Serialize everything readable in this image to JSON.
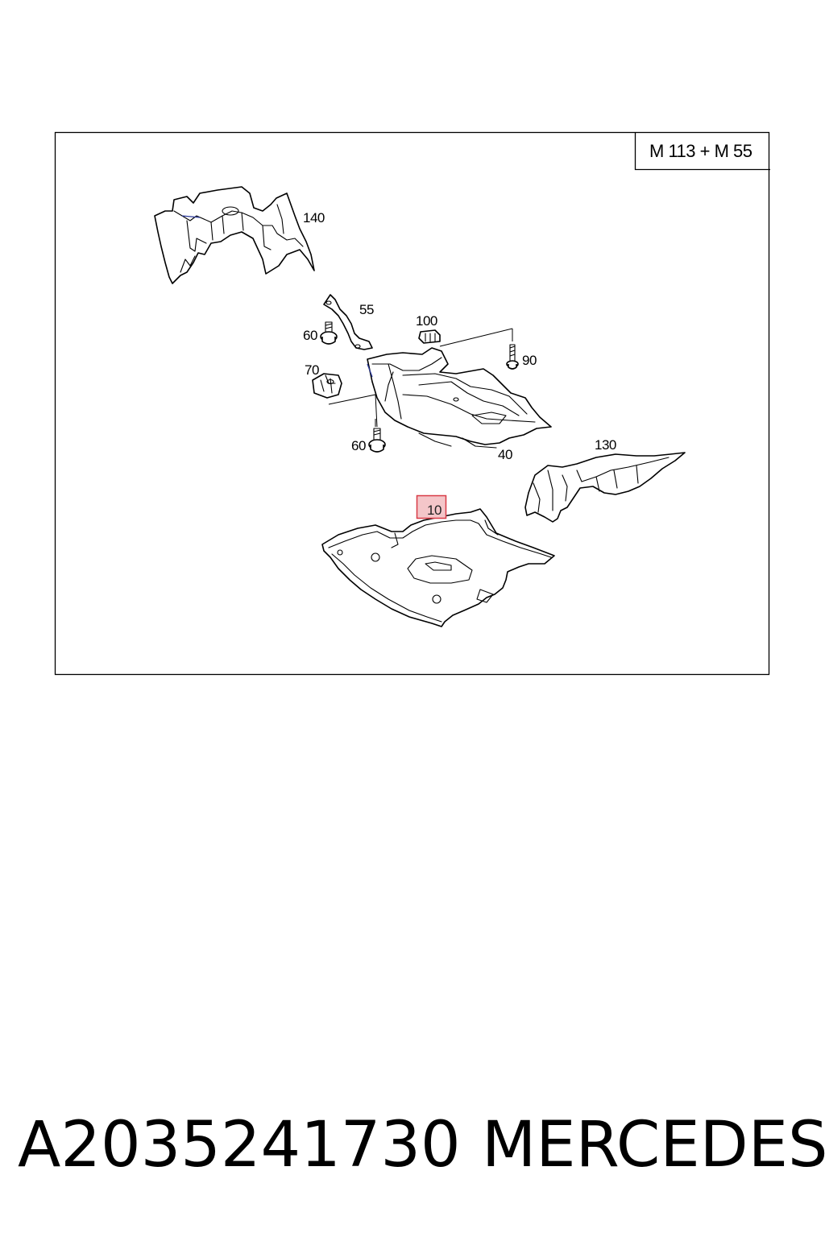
{
  "diagram": {
    "variant_label": "M 113 + M 55",
    "callouts": {
      "c140": "140",
      "c55": "55",
      "c100": "100",
      "c60a": "60",
      "c90": "90",
      "c70": "70",
      "c60b": "60",
      "c40": "40",
      "c130": "130",
      "c10": "10"
    },
    "highlighted_callout": "10",
    "colors": {
      "highlight_fill": "#f4c6c9",
      "highlight_border": "#d83a46",
      "line_accent": "#2b3a9b"
    }
  },
  "caption": {
    "part_number": "A2035241730",
    "brand": "MERCEDES"
  }
}
